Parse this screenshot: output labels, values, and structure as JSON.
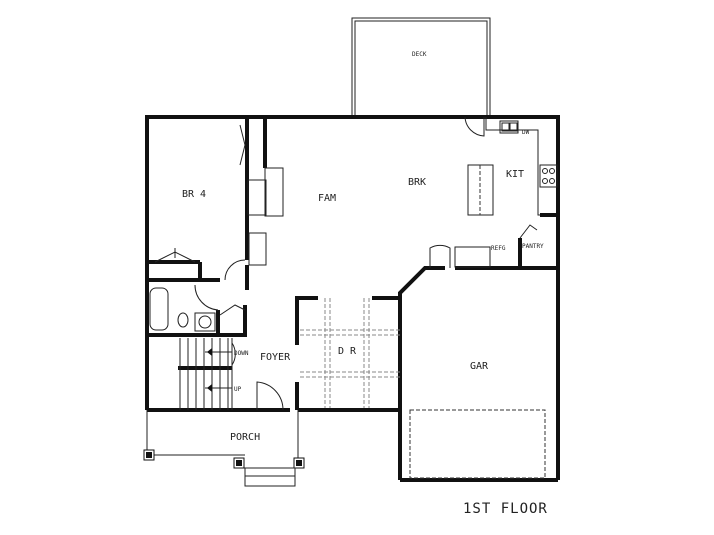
{
  "title": "1ST FLOOR",
  "rooms": {
    "deck": "DECK",
    "br4": "BR 4",
    "fam": "FAM",
    "brk": "BRK",
    "kit": "KIT",
    "dw": "DW",
    "refg": "REFG",
    "pantry": "PANTRY",
    "foyer": "FOYER",
    "dr": "D R",
    "gar": "GAR",
    "porch": "PORCH"
  },
  "stairs": {
    "down": "DOWN",
    "up": "UP"
  }
}
